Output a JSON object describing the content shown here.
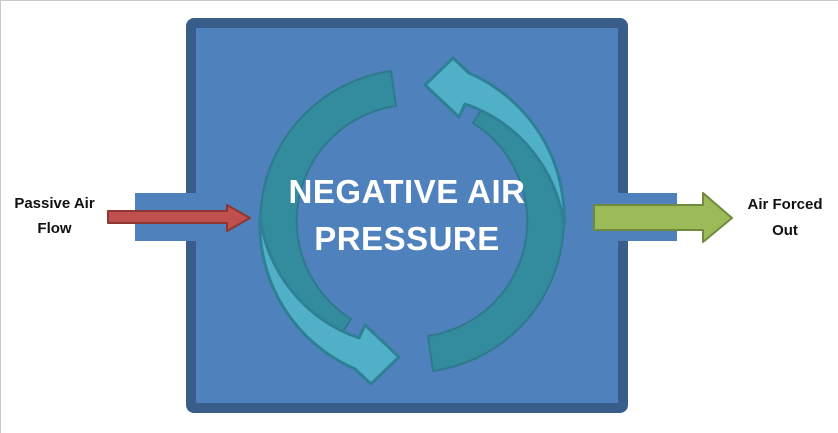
{
  "title": {
    "line1": "NEGATIVE AIR",
    "line2": "PRESSURE"
  },
  "labels": {
    "passive_line1": "Passive Air",
    "passive_line2": "Flow",
    "out_line1": "Air Forced",
    "out_line2": "Out"
  },
  "colors": {
    "box_fill": "#4F81BD",
    "box_border": "#385D8A",
    "cycle_dark": "#338B9E",
    "cycle_dark_stroke": "#2E7A8C",
    "cycle_light": "#4FB0C8",
    "cycle_light_stroke": "#2E8095",
    "inflow_fill": "#C0504D",
    "inflow_stroke": "#8E3634",
    "outflow_fill": "#9BBB59",
    "outflow_stroke": "#71893F",
    "title_text": "#FFFFFF",
    "label_text": "#111111"
  }
}
